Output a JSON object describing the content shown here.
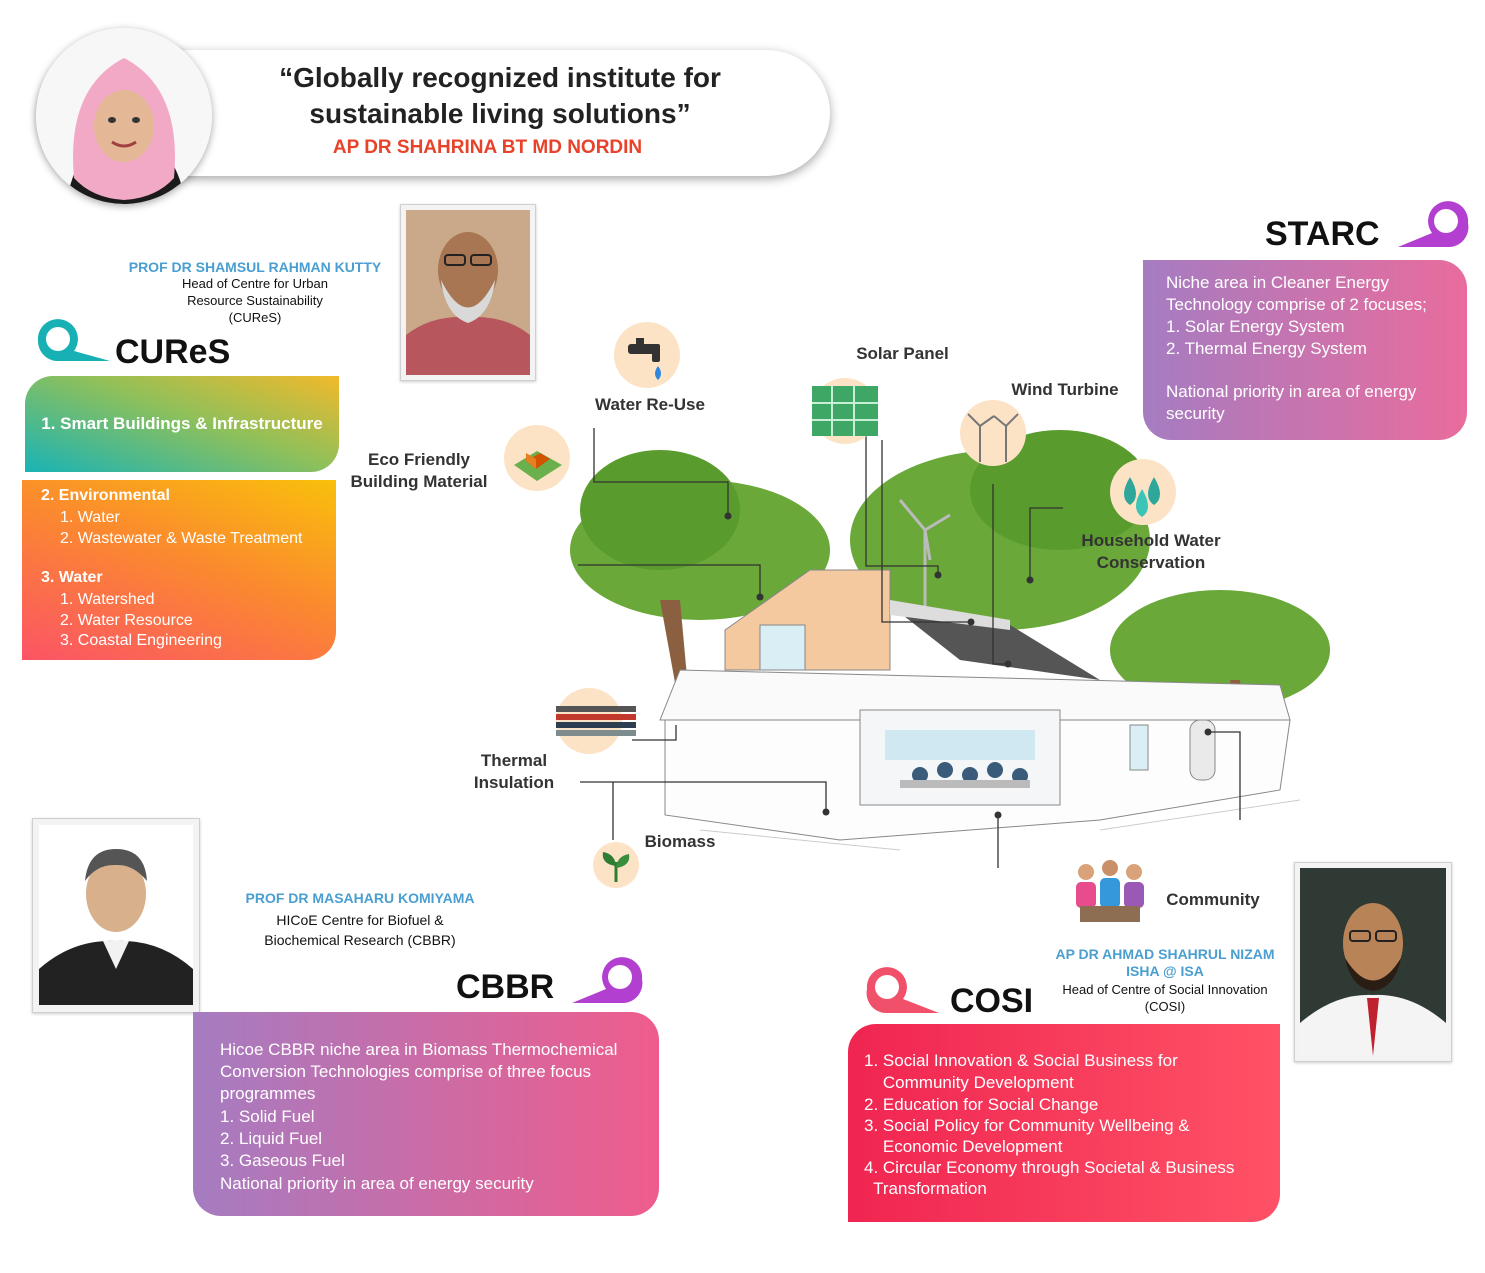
{
  "quote": {
    "text_line1": "“Globally recognized institute for",
    "text_line2": "sustainable living solutions”",
    "name": "AP DR SHAHRINA BT MD NORDIN"
  },
  "cures": {
    "person_name": "PROF DR SHAMSUL RAHMAN KUTTY",
    "role_line1": "Head of Centre for Urban",
    "role_line2": "Resource Sustainability",
    "role_line3": "(CUReS)",
    "title": "CUReS",
    "box1": "1. Smart Buildings & Infrastructure",
    "heading2": "2. Environmental",
    "items2": [
      "1. Water",
      "2. Wastewater & Waste Treatment"
    ],
    "heading3": "3. Water",
    "items3": [
      "1. Watershed",
      "2. Water Resource",
      "3. Coastal Engineering"
    ],
    "pin_color": "#17b0b4"
  },
  "starc": {
    "title": "STARC",
    "lines": [
      "Niche area in Cleaner Energy",
      "Technology comprise of 2 focuses;",
      "1. Solar Energy System",
      "2. Thermal Energy System",
      "",
      "National priority in area of energy",
      "security"
    ],
    "pin_color": "#b23fd0"
  },
  "cbbr": {
    "person_name": "PROF DR MASAHARU KOMIYAMA",
    "role_line1": "HICoE Centre for Biofuel &",
    "role_line2": "Biochemical Research (CBBR)",
    "title": "CBBR",
    "lines": [
      "Hicoe CBBR niche area in Biomass Thermochemical",
      "Conversion Technologies comprise of three focus",
      "programmes",
      "1. Solid Fuel",
      "2. Liquid Fuel",
      "3. Gaseous Fuel",
      "National priority in area of energy security"
    ],
    "pin_color": "#b23fd0"
  },
  "cosi": {
    "person_name_line1": "AP DR AHMAD SHAHRUL NIZAM",
    "person_name_line2": "ISHA @ ISA",
    "role_line1": "Head of Centre of Social Innovation",
    "role_line2": "(COSI)",
    "title": "COSI",
    "lines": [
      "1. Social Innovation & Social Business for",
      "    Community Development",
      "2. Education for Social Change",
      "3. Social Policy for Community Wellbeing &",
      "    Economic Development",
      "4. Circular Economy through Societal & Business",
      "  Transformation"
    ],
    "pin_color": "#f0506a"
  },
  "labels": {
    "water_reuse": "Water Re-Use",
    "solar_panel": "Solar Panel",
    "wind_turbine": "Wind Turbine",
    "eco_line1": "Eco Friendly",
    "eco_line2": "Building Material",
    "household_line1": "Household Water",
    "household_line2": "Conservation",
    "thermal_line1": "Thermal",
    "thermal_line2": "Insulation",
    "biomass": "Biomass",
    "community": "Community"
  },
  "icons": [
    "water-tap-icon",
    "solar-panel-icon",
    "wind-turbine-icon",
    "eco-house-icon",
    "water-drops-icon",
    "insulation-layers-icon",
    "leaf-sprout-icon",
    "people-group-icon"
  ],
  "colors": {
    "quote_name": "#e8422a",
    "person_name": "#4a9fd0",
    "icon_bg": "#fde3c6",
    "tree_green": "#5a9b2e"
  }
}
